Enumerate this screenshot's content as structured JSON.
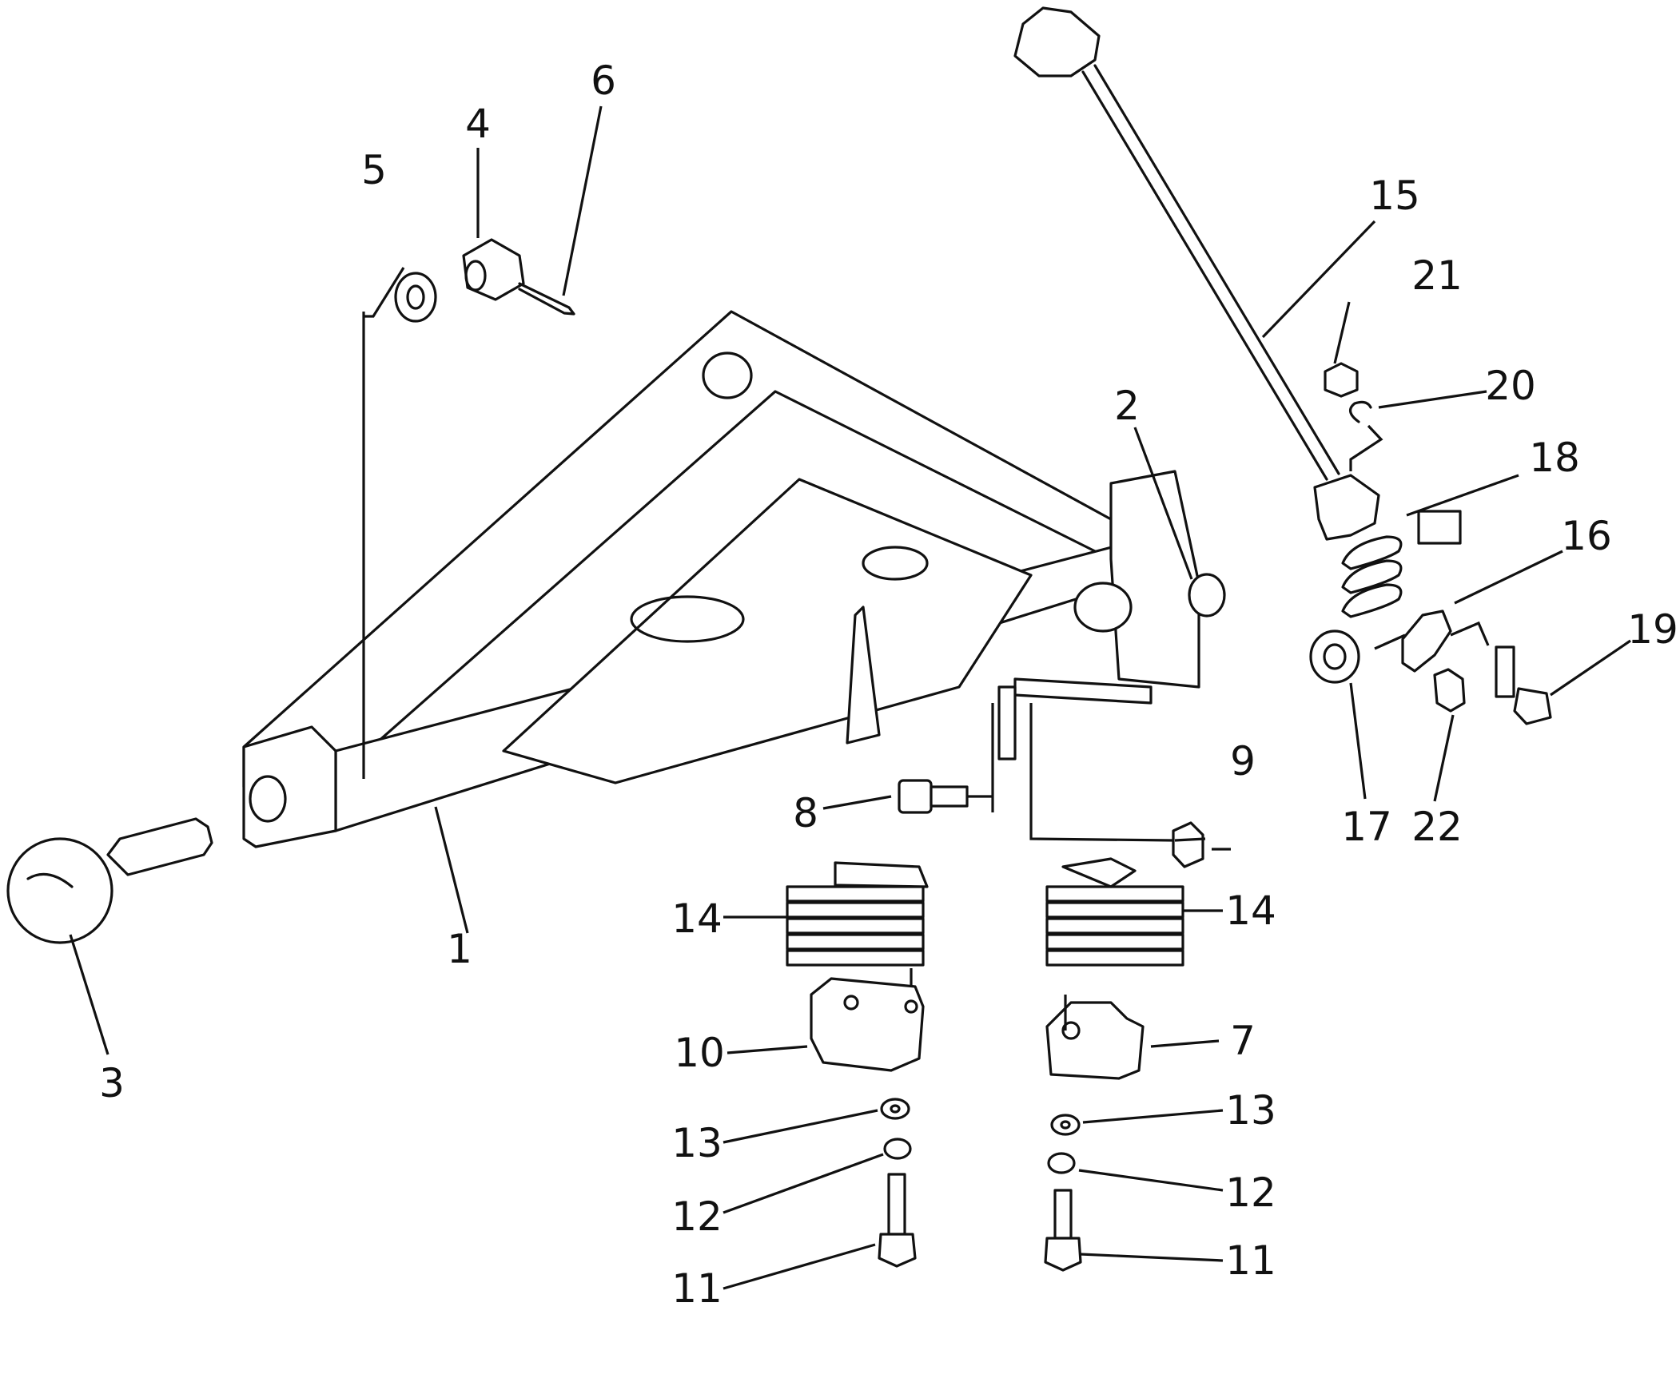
{
  "diagram": {
    "subject": "A-frame assembly exploded parts view",
    "callouts": [
      {
        "id": "c1",
        "label": "1"
      },
      {
        "id": "c2",
        "label": "2"
      },
      {
        "id": "c3",
        "label": "3"
      },
      {
        "id": "c4",
        "label": "4"
      },
      {
        "id": "c5",
        "label": "5"
      },
      {
        "id": "c6",
        "label": "6"
      },
      {
        "id": "c7",
        "label": "7"
      },
      {
        "id": "c8",
        "label": "8"
      },
      {
        "id": "c9",
        "label": "9"
      },
      {
        "id": "c10",
        "label": "10"
      },
      {
        "id": "c11a",
        "label": "11"
      },
      {
        "id": "c11b",
        "label": "11"
      },
      {
        "id": "c12a",
        "label": "12"
      },
      {
        "id": "c12b",
        "label": "12"
      },
      {
        "id": "c13a",
        "label": "13"
      },
      {
        "id": "c13b",
        "label": "13"
      },
      {
        "id": "c14a",
        "label": "14"
      },
      {
        "id": "c14b",
        "label": "14"
      },
      {
        "id": "c15",
        "label": "15"
      },
      {
        "id": "c16",
        "label": "16"
      },
      {
        "id": "c17",
        "label": "17"
      },
      {
        "id": "c18",
        "label": "18"
      },
      {
        "id": "c19",
        "label": "19"
      },
      {
        "id": "c20",
        "label": "20"
      },
      {
        "id": "c21",
        "label": "21"
      },
      {
        "id": "c22",
        "label": "22"
      }
    ]
  }
}
